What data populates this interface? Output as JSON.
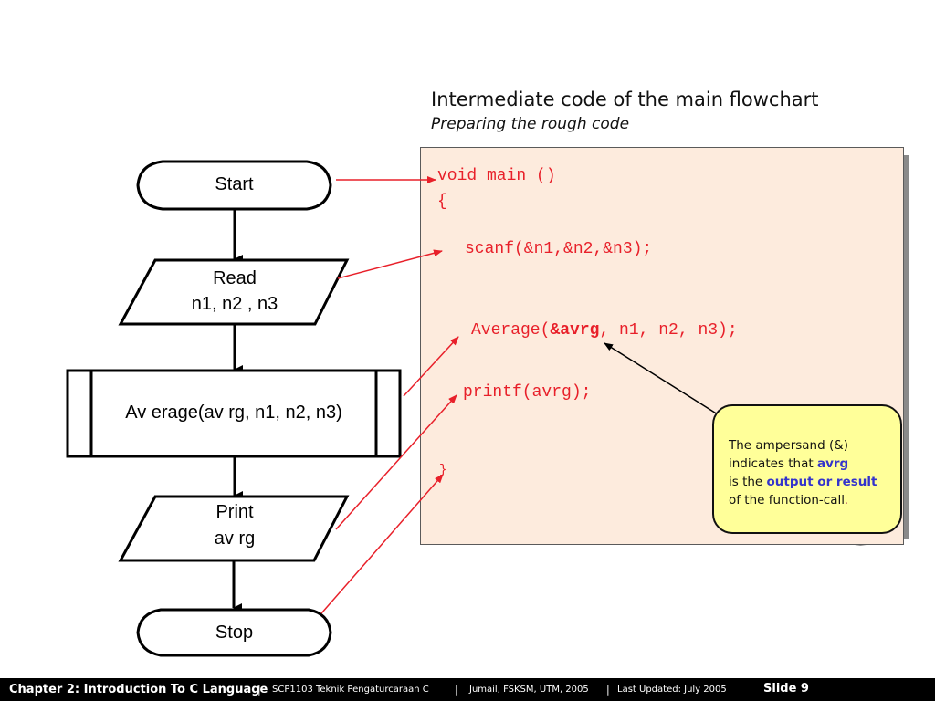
{
  "header": {
    "title": "Intermediate code of the main flowchart",
    "subtitle": "Preparing the rough code"
  },
  "flowchart": {
    "start": "Start",
    "read_line1": "Read",
    "read_line2": "n1, n2 , n3",
    "process": "Av erage(av rg, n1,  n2, n3)",
    "print_line1": "Print",
    "print_line2": "av rg",
    "stop": "Stop"
  },
  "code": {
    "line1": "void main ()",
    "line2": "{",
    "line3": "scanf(&n1,&n2,&n3);",
    "line4_pre": "Average(",
    "line4_bold": "&avrg",
    "line4_post": ", n1, n2, n3);",
    "line5": "printf(avrg);",
    "line6": "}"
  },
  "callout": {
    "line1": "The ampersand (&)",
    "line2_pre": "indicates that ",
    "line2_hl": "avrg",
    "line3_pre": "is the ",
    "line3_hl": "output or result",
    "line4": "of the function-call",
    "line4_end": "."
  },
  "footer": {
    "chapter": "Chapter 2: Introduction To C Language",
    "sep1": "|",
    "course": "SCP1103   Teknik Pengaturcaraan C",
    "sep2": "|",
    "author": "Jumail, FSKSM, UTM, 2005",
    "sep3": "|",
    "updated": "Last Updated: July 2005",
    "slide": "Slide 9"
  },
  "colors": {
    "code_red": "#e8202a",
    "code_box_bg": "#fdebdd",
    "callout_bg": "#ffff99",
    "highlight_blue": "#3333cc",
    "footer_bg": "#000000"
  }
}
